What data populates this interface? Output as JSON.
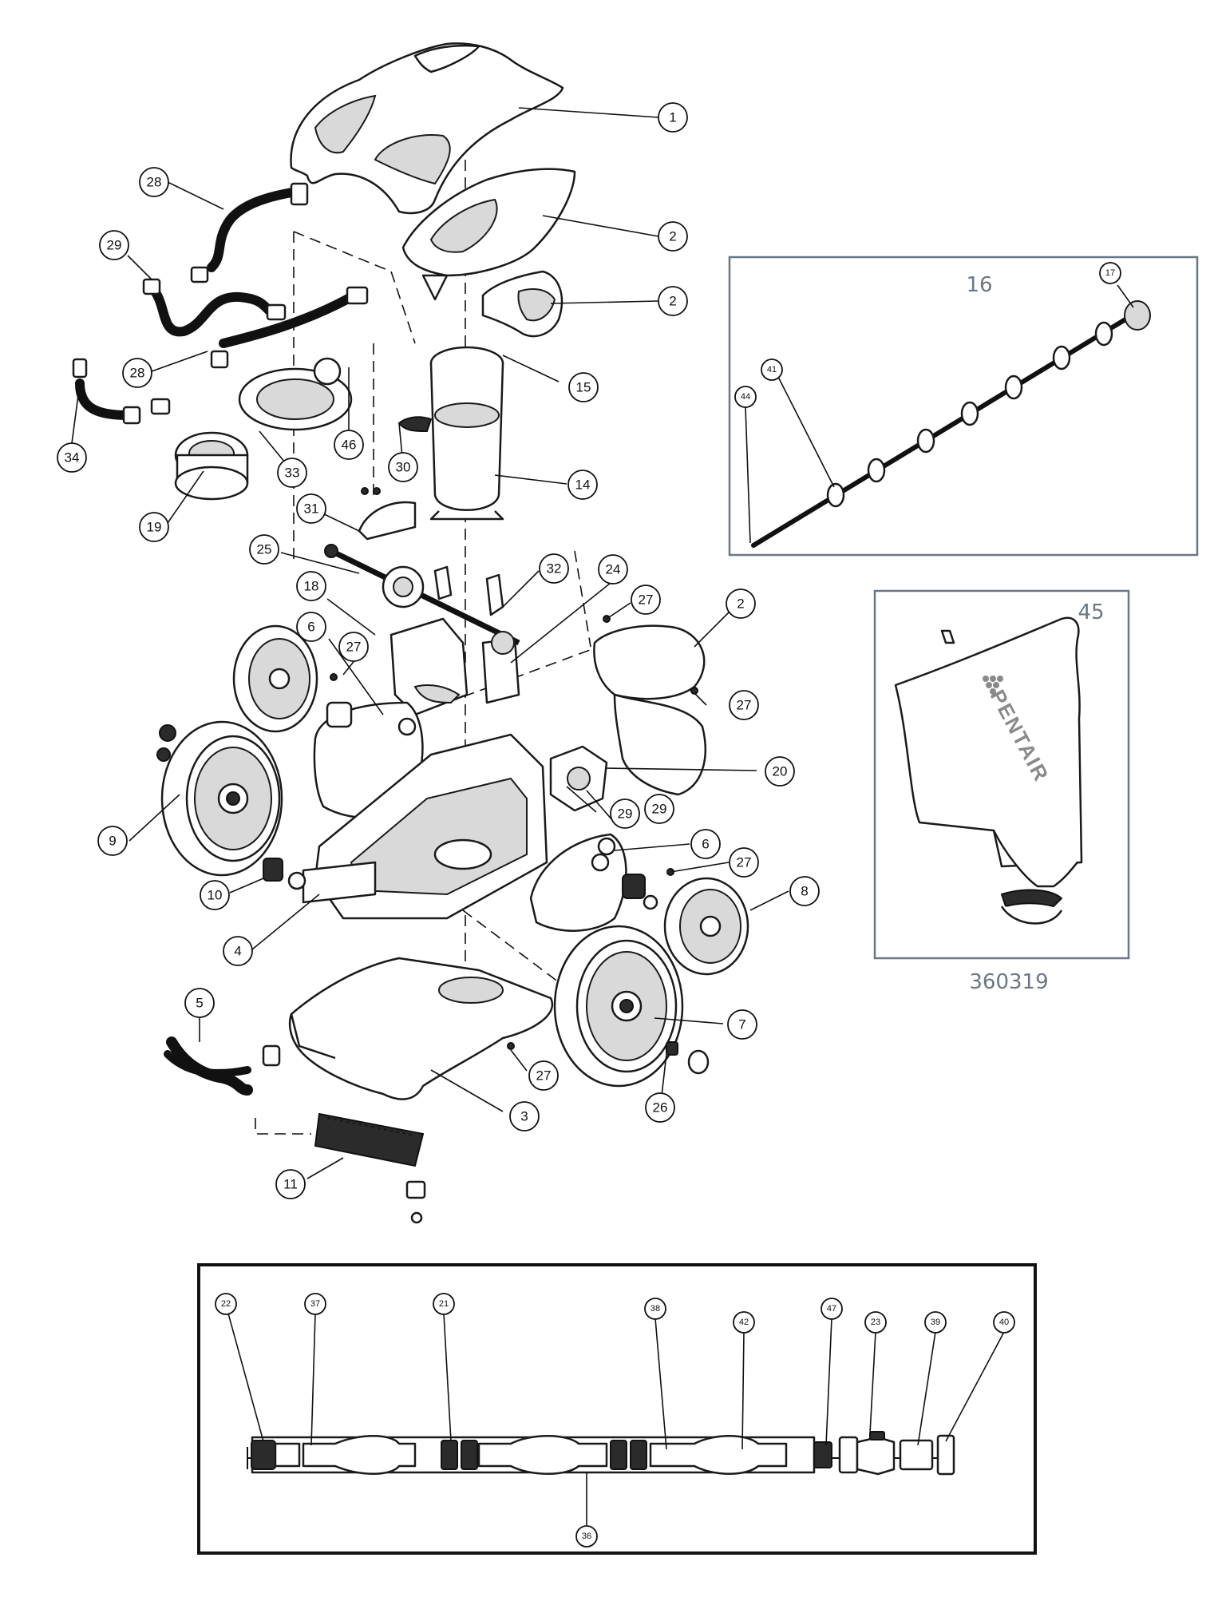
{
  "main_callouts": [
    {
      "label": "1"
    },
    {
      "label": "2"
    },
    {
      "label": "2"
    },
    {
      "label": "28"
    },
    {
      "label": "29"
    },
    {
      "label": "28"
    },
    {
      "label": "15"
    },
    {
      "label": "34"
    },
    {
      "label": "46"
    },
    {
      "label": "33"
    },
    {
      "label": "30"
    },
    {
      "label": "14"
    },
    {
      "label": "19"
    },
    {
      "label": "31"
    },
    {
      "label": "25"
    },
    {
      "label": "32"
    },
    {
      "label": "24"
    },
    {
      "label": "27"
    },
    {
      "label": "2"
    },
    {
      "label": "18"
    },
    {
      "label": "6"
    },
    {
      "label": "27"
    },
    {
      "label": "27"
    },
    {
      "label": "20"
    },
    {
      "label": "29"
    },
    {
      "label": "29"
    },
    {
      "label": "9"
    },
    {
      "label": "6"
    },
    {
      "label": "27"
    },
    {
      "label": "10"
    },
    {
      "label": "8"
    },
    {
      "label": "4"
    },
    {
      "label": "5"
    },
    {
      "label": "7"
    },
    {
      "label": "27"
    },
    {
      "label": "26"
    },
    {
      "label": "3"
    },
    {
      "label": "11"
    }
  ],
  "inset_16": {
    "title": "16",
    "callouts": [
      {
        "label": "17"
      },
      {
        "label": "41"
      },
      {
        "label": "44"
      }
    ]
  },
  "inset_45": {
    "title": "45",
    "part_number": "360319",
    "brand": "PENTAIR"
  },
  "hose_assembly": {
    "callouts": [
      {
        "label": "22"
      },
      {
        "label": "37"
      },
      {
        "label": "21"
      },
      {
        "label": "38"
      },
      {
        "label": "42"
      },
      {
        "label": "47"
      },
      {
        "label": "23"
      },
      {
        "label": "39"
      },
      {
        "label": "40"
      },
      {
        "label": "36"
      }
    ]
  }
}
